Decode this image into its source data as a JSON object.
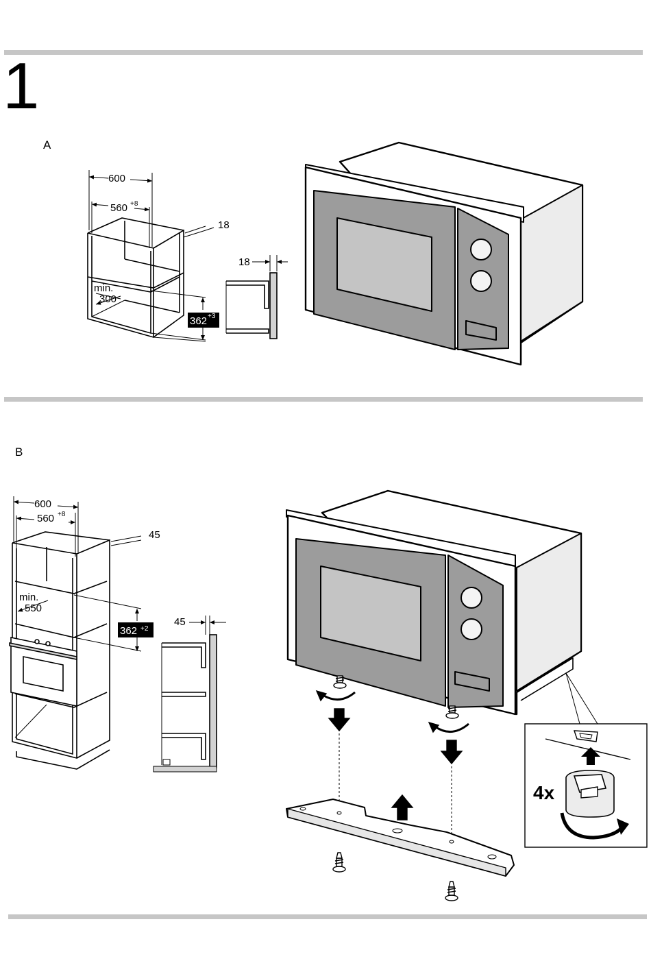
{
  "step": {
    "number": "1"
  },
  "section_a": {
    "label": "A",
    "cabinet": {
      "width_outer": "600",
      "width_inner": "560",
      "width_inner_tol": "+8",
      "panel_thickness": "18",
      "depth_min_label": "min.",
      "depth_min_value": "300",
      "niche_height": "362",
      "niche_height_tol": "+3"
    },
    "side_profile": {
      "front_offset": "18"
    }
  },
  "section_b": {
    "label": "B",
    "cabinet": {
      "width_outer": "600",
      "width_inner": "560",
      "width_inner_tol": "+8",
      "panel_thickness": "45",
      "depth_min_label": "min.",
      "depth_min_value": "550",
      "niche_height": "362",
      "niche_height_tol": "+2"
    },
    "side_profile": {
      "front_offset": "45"
    },
    "detail": {
      "quantity": "4x"
    }
  },
  "colors": {
    "divider": "#c6c6c6",
    "door_grey": "#9c9c9c",
    "window_grey": "#c4c4c4",
    "panel_grey": "#d2d2d2",
    "label_black": "#000000"
  }
}
